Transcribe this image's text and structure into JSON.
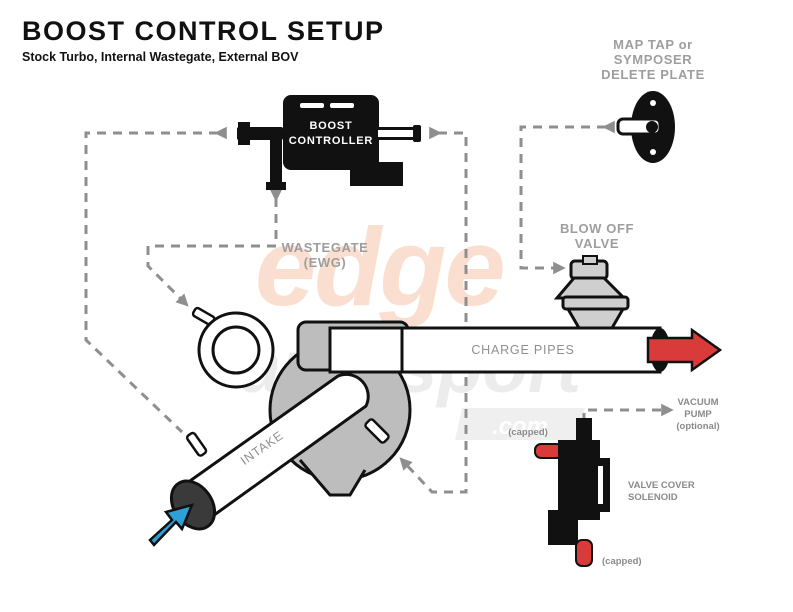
{
  "header": {
    "title": "BOOST CONTROL SETUP",
    "subtitle": "Stock Turbo, Internal Wastegate, External BOV"
  },
  "labels": {
    "boost_controller_line1": "BOOST",
    "boost_controller_line2": "CONTROLLER",
    "map_tap_line1": "MAP TAP or",
    "map_tap_line2": "SYMPOSER",
    "map_tap_line3": "DELETE PLATE",
    "bov_line1": "BLOW OFF",
    "bov_line2": "VALVE",
    "wastegate_line1": "WASTEGATE",
    "wastegate_line2": "(EWG)",
    "charge_pipes": "CHARGE PIPES",
    "intake": "INTAKE",
    "vacuum_pump_line1": "VACUUM",
    "vacuum_pump_line2": "PUMP",
    "vacuum_pump_line3": "(optional)",
    "solenoid_line1": "VALVE COVER",
    "solenoid_line2": "SOLENOID",
    "capped_top": "(capped)",
    "capped_bottom": "(capped)"
  },
  "watermark": {
    "brand": "edge",
    "sub": "autosport",
    "domain": ".com"
  },
  "colors": {
    "line": "#8f8f8f",
    "ink": "#111111",
    "intake_arrow": "#2e9fd8",
    "outlet_arrow": "#d93a3a",
    "cap_red": "#d93a3a",
    "turbo_gray": "#bdbdbd",
    "watermark_orange": "#f6d2bf"
  }
}
